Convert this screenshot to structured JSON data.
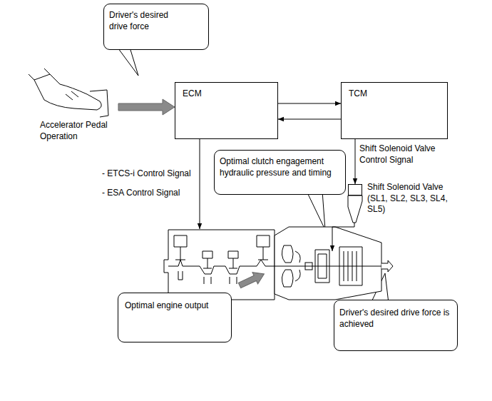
{
  "diagram": {
    "nodes": [
      {
        "text": [
          "Driver's desired drive force"
        ]
      },
      {
        "text": [
          "ECM"
        ]
      },
      {
        "text": [
          "TCM"
        ]
      },
      {
        "text": [
          "Optimal clutch engagement hydraulic pressure and timing"
        ]
      },
      {
        "text": [
          "Shift Solenoid Valve (SL1, SL2, SL3, SL4, SL5)"
        ]
      },
      {
        "text": [
          "Optimal engine output"
        ]
      },
      {
        "text": [
          "Driver's desired drive force is achieved"
        ]
      }
    ],
    "edges": [
      {
        "from": 1,
        "to": 2,
        "arrow": "to"
      },
      {
        "from": 2,
        "to": 1,
        "arrow": "to"
      },
      {
        "from": 2,
        "to": 4,
        "arrow": "to",
        "label": "Shift Solenoid Valve Control Signal"
      }
    ],
    "labels": [
      "Accelerator Pedal Operation",
      "- ETCS-i Control Signal",
      "- ESA Control Signal"
    ]
  }
}
